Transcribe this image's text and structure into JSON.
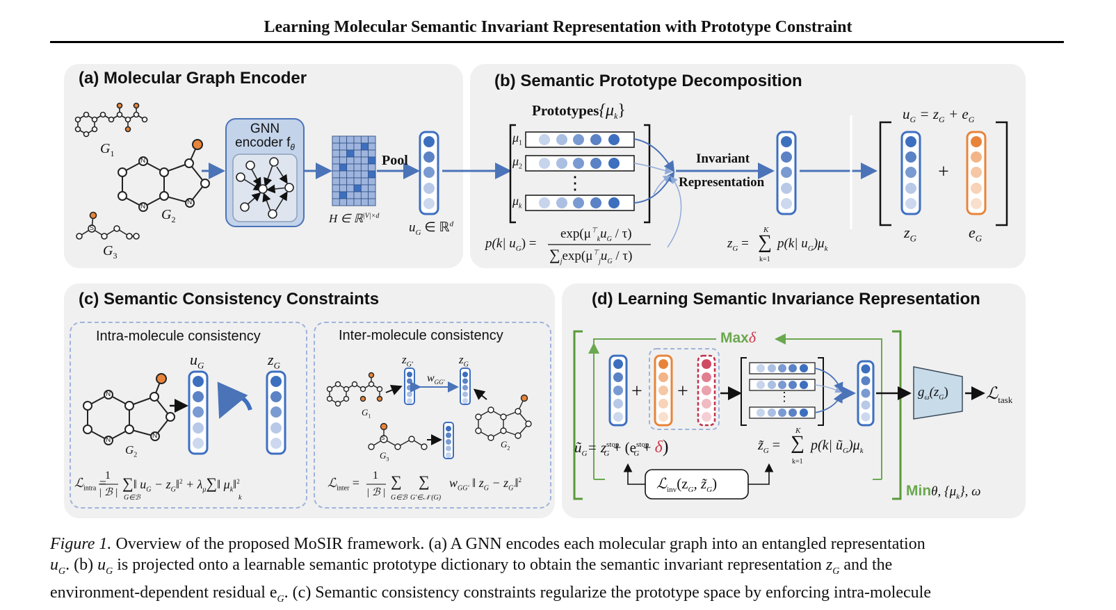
{
  "header": {
    "title": "Learning Molecular Semantic Invariant Representation with Prototype Constraint"
  },
  "panel_a": {
    "title": "(a) Molecular Graph Encoder",
    "g1": "G",
    "g1_sub": "1",
    "g2": "G",
    "g2_sub": "2",
    "g3": "G",
    "g3_sub": "3",
    "encoder_line1": "GNN",
    "encoder_line2": "encoder f",
    "encoder_sub": "θ",
    "h_label": "H ∈ ℝ",
    "h_sup": "|V|×d",
    "pool": "Pool",
    "ug_label": "u",
    "ug_sub": "G",
    "ug_tail": " ∈ ℝ",
    "ug_sup": "d",
    "atom_label": "N",
    "atom_s": "S"
  },
  "panel_b": {
    "title": "(b) Semantic  Prototype Decomposition",
    "prototypes": "Prototypes",
    "proto_set": "{μ",
    "proto_set_sub": "k",
    "proto_set_end": "}",
    "mu1": "μ",
    "mu1_sub": "1",
    "mu2": "μ",
    "mu2_sub": "2",
    "muk": "μ",
    "muk_sub": "k",
    "invariant": "Invariant",
    "representation": "Representation",
    "ug_eq": "u",
    "ug_eq_sub": "G",
    "ug_eq_rest": " = z",
    "ug_eq_sub2": "G",
    "ug_eq_rest2": " + e",
    "ug_eq_sub3": "G",
    "plus": "+",
    "zg": "z",
    "zg_sub": "G",
    "eg": "e",
    "eg_sub": "G",
    "p_left": "p(k| u",
    "p_left_sub": "G",
    "p_left_end": ") =",
    "p_num": "exp(μ",
    "p_num_sup": "⊤",
    "p_num_sub": "k",
    "p_num_rest": "u",
    "p_num_sub2": "G",
    "p_num_end": " / τ)",
    "p_den_sum": "∑",
    "p_den_sub": "j",
    "p_den": "exp(μ",
    "p_den_sup": "⊤",
    "p_den_sub2": "j",
    "p_den_rest": "u",
    "p_den_sub3": "G",
    "p_den_end": " / τ)",
    "z_left": "z",
    "z_left_sub": "G",
    "z_eq": " =",
    "z_sum_top": "K",
    "z_sum": "∑",
    "z_sum_bot": "k=1",
    "z_right": "p(k| u",
    "z_right_sub": "G",
    "z_right_end": ")μ",
    "z_right_sub2": "k"
  },
  "panel_c": {
    "title": "(c) Semantic Consistency Constraints",
    "intra_title": "Intra-molecule consistency",
    "inter_title": "Inter-molecule consistency",
    "ug": "u",
    "ug_sub": "G",
    "zg": "z",
    "zg_sub": "G",
    "zgp": "z",
    "zgp_sub": "G′",
    "zg2": "z",
    "zg2_sub": "G",
    "w": "w",
    "w_sub": "GG′",
    "g1": "G",
    "g1_sub": "1",
    "g2": "G",
    "g2_sub": "2",
    "g2b": "G",
    "g2b_sub": "2",
    "g3": "G",
    "g3_sub": "3",
    "l_intra": "ℒ",
    "l_intra_sub": "intra",
    "l_intra_eq": " = ",
    "frac_num": "1",
    "frac_den": "| ℬ |",
    "intra_body": "∑ ‖ u",
    "intra_body_sub": "G∈ℬ",
    "intra_rest": "G",
    "intra_tail": " − z",
    "intra_tail_sub": "G",
    "intra_norm": "‖",
    "intra_norm_sup": "2",
    "intra_norm_sub": "2",
    "intra_lambda": " + λ",
    "intra_lambda_sub": "μ",
    "intra_sum2": "∑‖ μ",
    "intra_sum2_sub": "k",
    "intra_sum2_idx": "k",
    "intra_end": "‖",
    "l_inter": "ℒ",
    "l_inter_sub": "inter",
    "l_inter_eq": " = ",
    "inter_sum1": "∑",
    "inter_sum1_sub": "G∈ℬ",
    "inter_sum2": "∑",
    "inter_sum2_sub": "G′∈𝒩 (G)",
    "inter_w": "w",
    "inter_w_sub": "GG′",
    "inter_body": "‖ z",
    "inter_body_sub": "G",
    "inter_minus": " − z",
    "inter_minus_sub": "G′",
    "inter_end": "‖",
    "inter_sup": "2",
    "inter_sub": "2",
    "atom_label": "N",
    "atom_s": "S"
  },
  "panel_d": {
    "title": "(d) Learning Semantic Invariance Representation",
    "max": "Max",
    "delta": "δ",
    "min": "Min",
    "min_sub": "θ, {μ",
    "min_sub_k": "k",
    "min_sub_end": "}, ω",
    "plus1": "+",
    "plus2": "+",
    "dots": "⋮",
    "g_func": "g",
    "g_func_sub": "ω",
    "g_func_arg": "(z",
    "g_func_arg_sub": "G",
    "g_func_end": ")",
    "l_task": "ℒ",
    "l_task_sub": "task",
    "ut": "ũ",
    "ut_sub": "G",
    "ut_eq": "= z",
    "ut_sup": "stop",
    "ut_sub2": "G",
    "ut_plus": " + (e",
    "ut_sup2": "stop",
    "ut_sub3": "G",
    "ut_plus2": " + ",
    "ut_delta": "δ",
    "ut_end": ")",
    "zt": "z̃",
    "zt_sub": "G",
    "zt_eq": " =",
    "zt_sum_top": "K",
    "zt_sum": "∑",
    "zt_sum_bot": "k=1",
    "zt_right": "p(k| ũ",
    "zt_right_sub": "G",
    "zt_right_end": ")μ",
    "zt_right_sub2": "k",
    "l_inv": "ℒ",
    "l_inv_sub": "inv",
    "l_inv_arg": "(z",
    "l_inv_arg_sub": "G",
    "l_inv_arg2": ", z̃",
    "l_inv_arg2_sub": "G",
    "l_inv_end": ")"
  },
  "caption": {
    "label": "Figure 1.",
    "line1": " Overview of the proposed MoSIR framework. (a) A GNN encodes each molecular graph into an entangled representation",
    "line2a": "u",
    "line2a_sub": "G",
    "line2b": ". (b) ",
    "line2c": "u",
    "line2c_sub": "G",
    "line2d": " is projected onto a learnable semantic prototype dictionary to obtain the semantic invariant representation ",
    "line2e": "z",
    "line2e_sub": "G",
    "line2f": " and the",
    "line3": "environment-dependent residual e",
    "line3_sub": "G",
    "line3_end": ". (c) Semantic consistency constraints regularize the prototype space by enforcing intra-molecule"
  },
  "colors": {
    "blue_dark": "#3d6fbf",
    "blue_mid": "#7a9ad2",
    "blue_light": "#c6d4ec",
    "orange": "#e8843a",
    "red": "#d0364a",
    "green": "#6aa84f",
    "panel_bg": "#f0f0f0"
  }
}
